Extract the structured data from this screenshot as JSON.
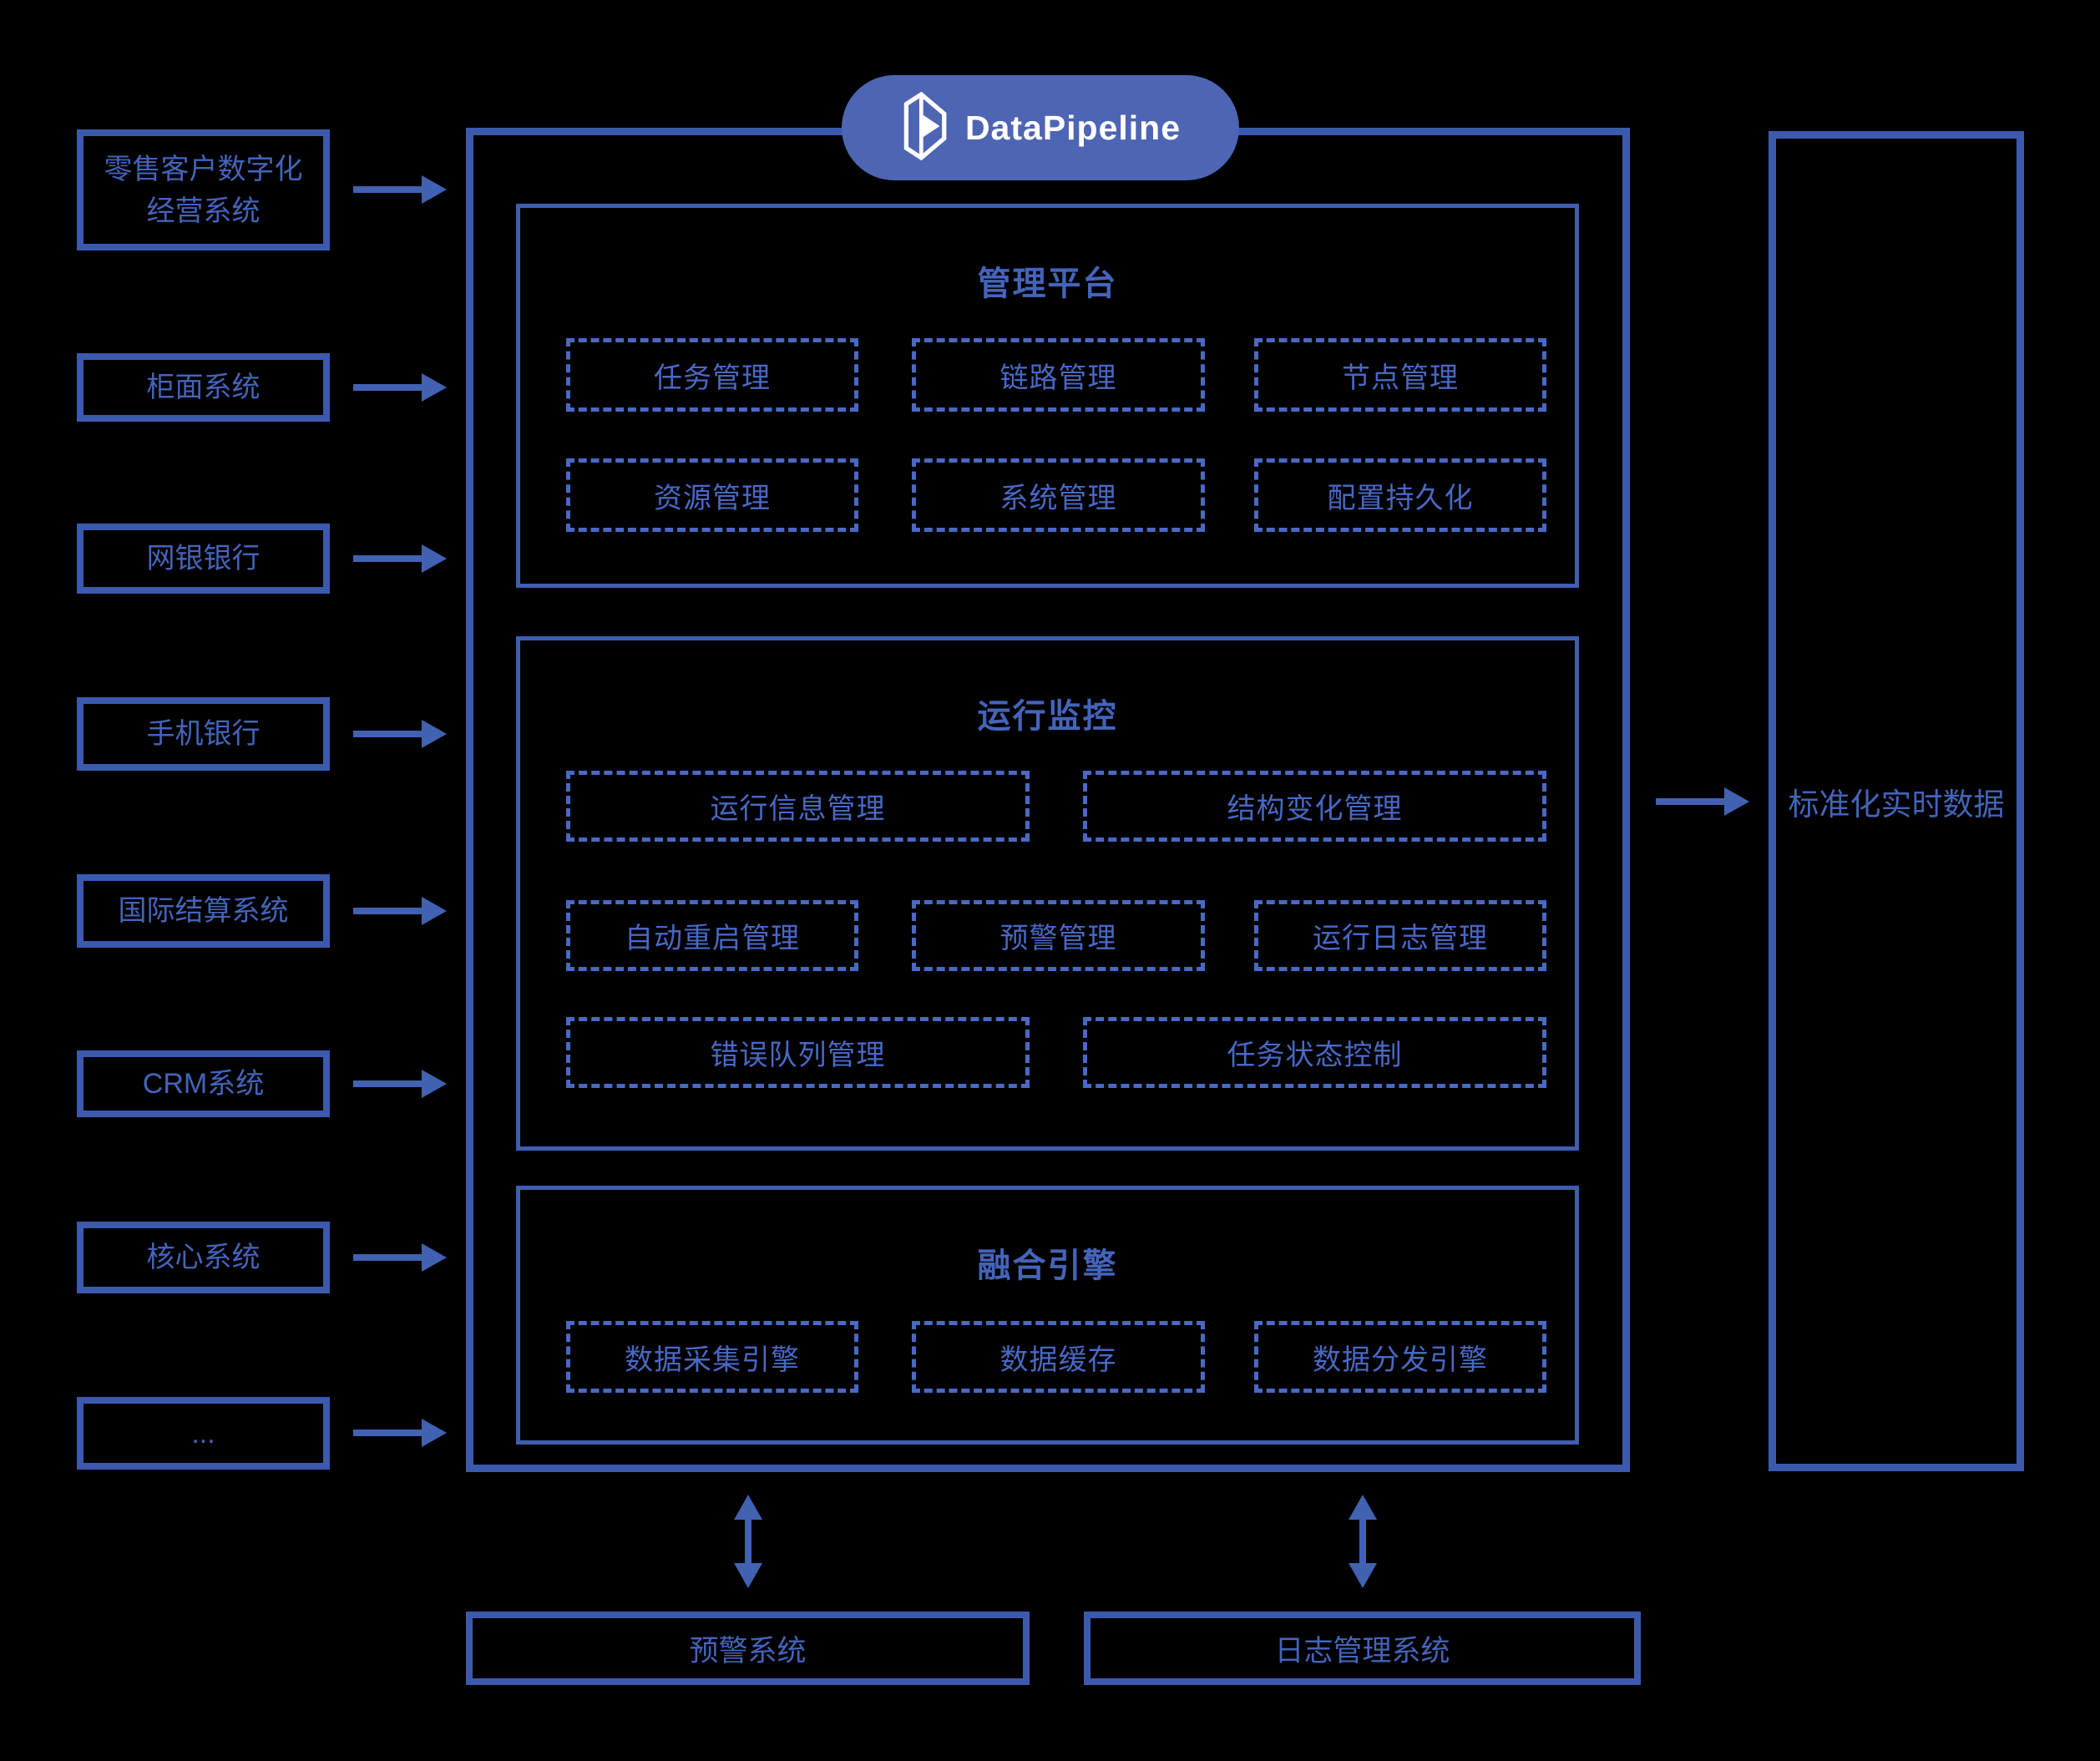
{
  "colors": {
    "background": "#000000",
    "primary_border": "#3c5aad",
    "dashed_border": "#4a69c4",
    "text_blue": "#4968c4",
    "arrow": "#4161b2",
    "badge_background": "#4e65b4",
    "badge_text": "#ffffff"
  },
  "badge": {
    "label": "DataPipeline",
    "icon": "datapipeline-logo-icon"
  },
  "sources": [
    {
      "label": "零售客户数字化经营系统",
      "lines": [
        "零售客户数字化",
        "经营系统"
      ]
    },
    {
      "label": "柜面系统"
    },
    {
      "label": "网银银行"
    },
    {
      "label": "手机银行"
    },
    {
      "label": "国际结算系统"
    },
    {
      "label": "CRM系统"
    },
    {
      "label": "核心系统"
    },
    {
      "label": "..."
    }
  ],
  "platform": {
    "sections": [
      {
        "title": "管理平台",
        "items": [
          "任务管理",
          "链路管理",
          "节点管理",
          "资源管理",
          "系统管理",
          "配置持久化"
        ]
      },
      {
        "title": "运行监控",
        "items": [
          "运行信息管理",
          "结构变化管理",
          "自动重启管理",
          "预警管理",
          "运行日志管理",
          "错误队列管理",
          "任务状态控制"
        ]
      },
      {
        "title": "融合引擎",
        "items": [
          "数据采集引擎",
          "数据缓存",
          "数据分发引擎"
        ]
      }
    ]
  },
  "output": {
    "label": "标准化实时数据"
  },
  "bottom_systems": [
    {
      "label": "预警系统"
    },
    {
      "label": "日志管理系统"
    }
  ]
}
